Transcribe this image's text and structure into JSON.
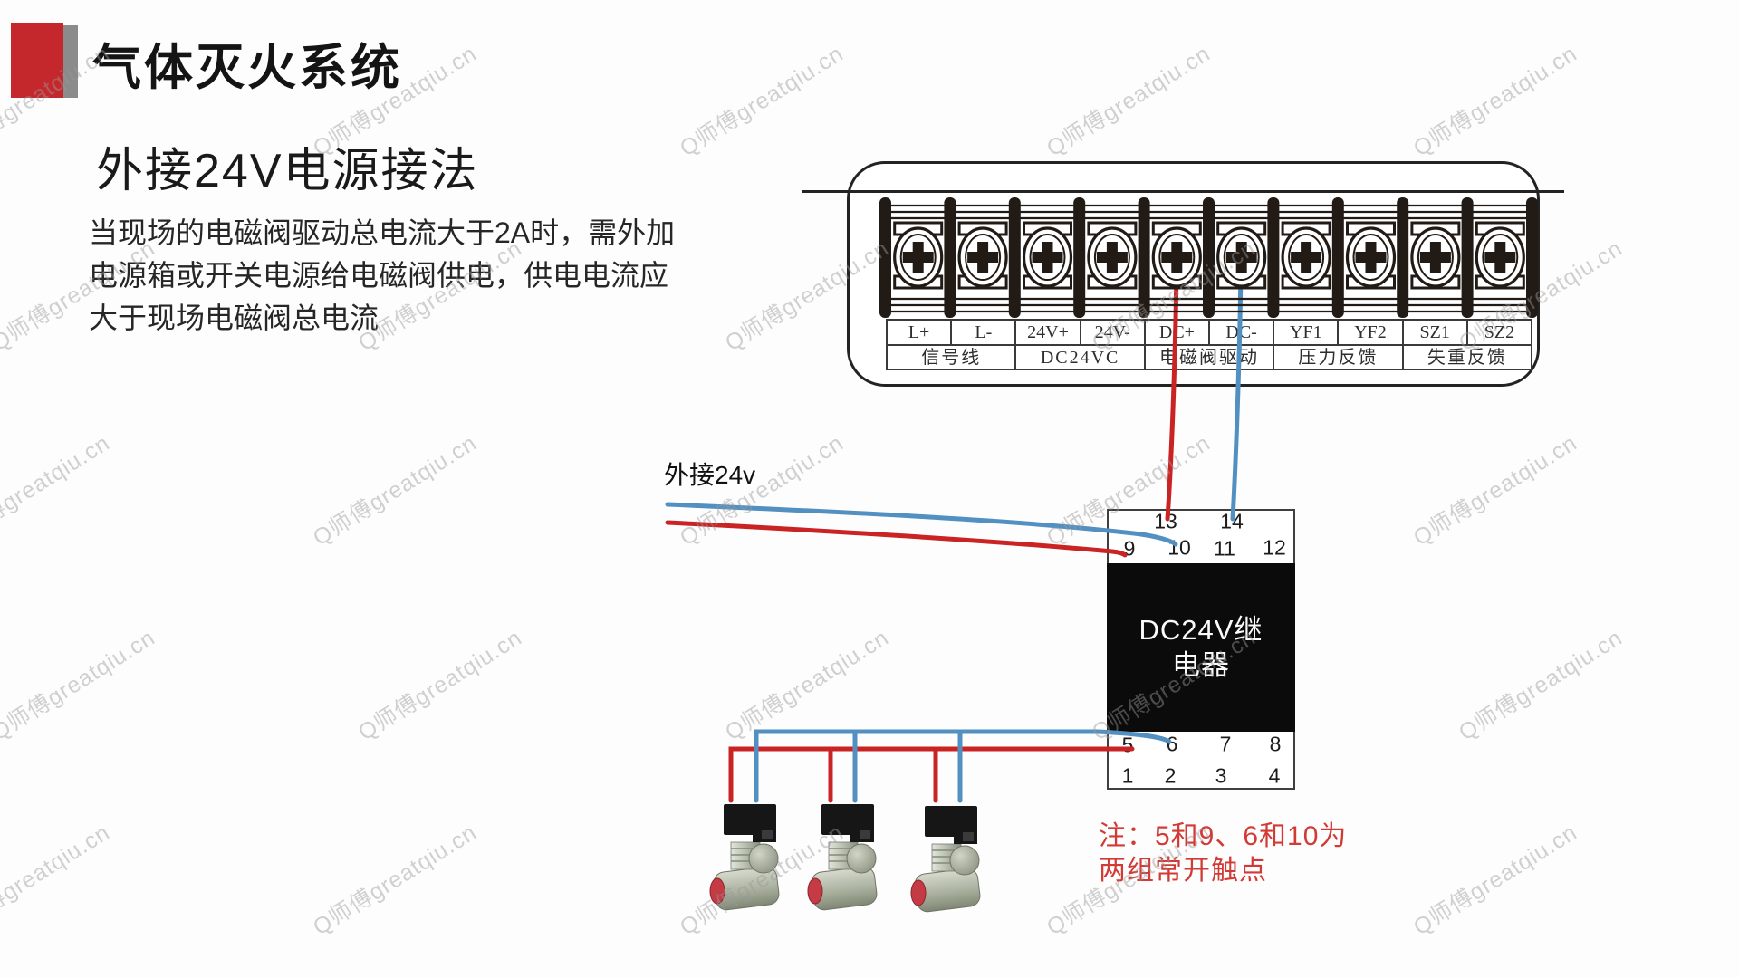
{
  "header": {
    "title": "气体灭火系统",
    "subtitle": "外接24V电源接法",
    "paragraph": [
      "当现场的电磁阀驱动总电流大于2A时，需外加",
      "电源箱或开关电源给电磁阀供电，供电电流应",
      "大于现场电磁阀总电流"
    ]
  },
  "watermark": {
    "text": "Q师傅greatqiu.cn"
  },
  "terminal_panel": {
    "row1": [
      "L+",
      "L-",
      "24V+",
      "24V-",
      "DC+",
      "DC-",
      "YF1",
      "YF2",
      "SZ1",
      "SZ2"
    ],
    "row2": [
      "信号线",
      "DC24VC",
      "电磁阀驱动",
      "压力反馈",
      "失重反馈"
    ]
  },
  "external_supply_label": "外接24v",
  "relay": {
    "top_pins": [
      "13",
      "14"
    ],
    "upper_pins": [
      "9",
      "10",
      "11",
      "12"
    ],
    "label_lines": [
      "DC24V继",
      "电器"
    ],
    "lower_pins": [
      "5",
      "6",
      "7",
      "8"
    ],
    "bottom_pins": [
      "1",
      "2",
      "3",
      "4"
    ]
  },
  "note": {
    "lines": [
      "注：5和9、6和10为",
      "两组常开触点"
    ]
  },
  "colors": {
    "wire_red": "#c92323",
    "wire_blue": "#5390c2",
    "note_red": "#d23b35",
    "logo_red": "#c5282c",
    "logo_gray": "#8b8b8b",
    "relay_black": "#0b0b0b",
    "terminal_dark": "#221b15"
  }
}
